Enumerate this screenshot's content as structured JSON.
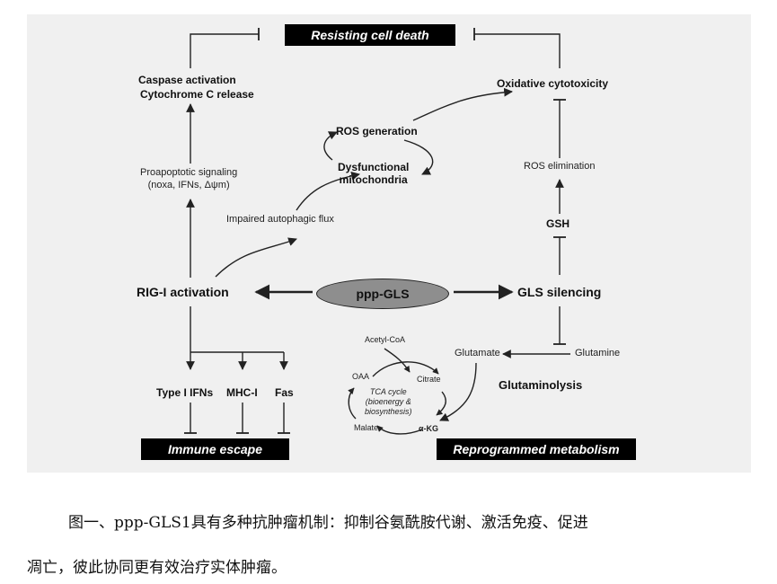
{
  "diagram": {
    "top_box": "Resisting cell death",
    "caspase": "Caspase activation",
    "cytochrome": "Cytochrome C release",
    "oxidative": "Oxidative cytotoxicity",
    "ros_generation": "ROS generation",
    "dysfunctional": "Dysfunctional\nmitochondria",
    "proapoptotic": "Proapoptotic signaling\n(noxa, IFNs, Δψm)",
    "ros_elimination": "ROS elimination",
    "impaired_autophagic": "Impaired autophagic flux",
    "gsh": "GSH",
    "rig_i": "RIG-I activation",
    "ppp_gls": "ppp-GLS",
    "gls_silencing": "GLS silencing",
    "acetyl_coa": "Acetyl-CoA",
    "glutamate": "Glutamate",
    "glutamine": "Glutamine",
    "oaa": "OAA",
    "citrate": "Citrate",
    "tca_cycle": "TCA cycle\n(bioenergy &\nbiosynthesis)",
    "malate": "Malate",
    "akg": "α-KG",
    "glutaminolysis": "Glutaminolysis",
    "type1_ifns": "Type I IFNs",
    "mhc_i": "MHC-I",
    "fas": "Fas",
    "immune_escape": "Immune escape",
    "reprogrammed": "Reprogrammed metabolism"
  },
  "caption": {
    "line1": "图一、ppp-GLS1具有多种抗肿瘤机制：抑制谷氨酰胺代谢、激活免疫、促进",
    "line2": "凋亡，彼此协同更有效治疗实体肿瘤。"
  }
}
